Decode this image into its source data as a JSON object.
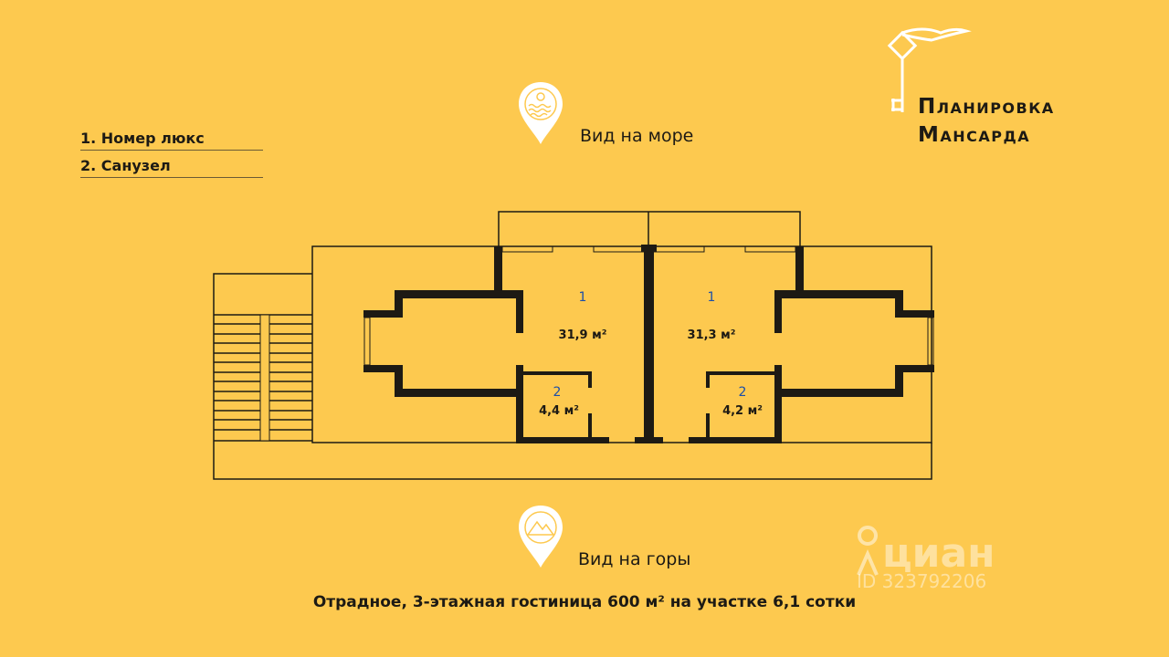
{
  "title": {
    "line1": "Планировка",
    "line2": "Мансарда"
  },
  "legend": [
    {
      "label": "1. Номер люкс"
    },
    {
      "label": "2. Санузел"
    }
  ],
  "views": {
    "top": "Вид на море",
    "bottom": "Вид на горы"
  },
  "rooms": [
    {
      "number": "1",
      "area": "31,9 м²"
    },
    {
      "number": "2",
      "area": "4,4 м²"
    },
    {
      "number": "1",
      "area": "31,3 м²"
    },
    {
      "number": "2",
      "area": "4,2 м²"
    }
  ],
  "footer": "Отрадное, 3-этажная гостиница 600 м² на участке 6,1 сотки",
  "watermark": {
    "brand": "циан",
    "id": "ID 323792206"
  },
  "colors": {
    "background": "#FDC94F",
    "wall": "#1d1a14",
    "room_number": "#1c4fa8"
  }
}
